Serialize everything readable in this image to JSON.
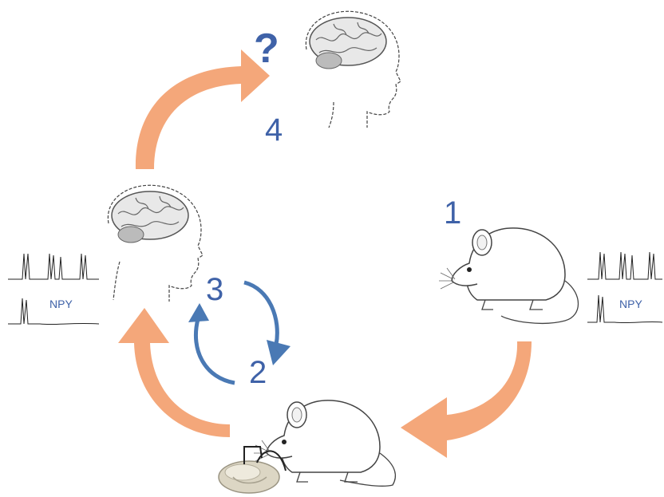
{
  "labels": {
    "step1": "1",
    "step2": "2",
    "step3": "3",
    "step4": "4",
    "question": "?",
    "npy_left": "NPY",
    "npy_right": "NPY"
  },
  "colors": {
    "orange_arrow": "#f4a77a",
    "blue_arrow": "#4a79b4",
    "label_blue": "#3f62a8",
    "line": "#333333"
  },
  "icons": [
    "human-head-brain-icon",
    "mouse-icon",
    "brain-slice-electrode-icon",
    "spike-trace-icon"
  ]
}
